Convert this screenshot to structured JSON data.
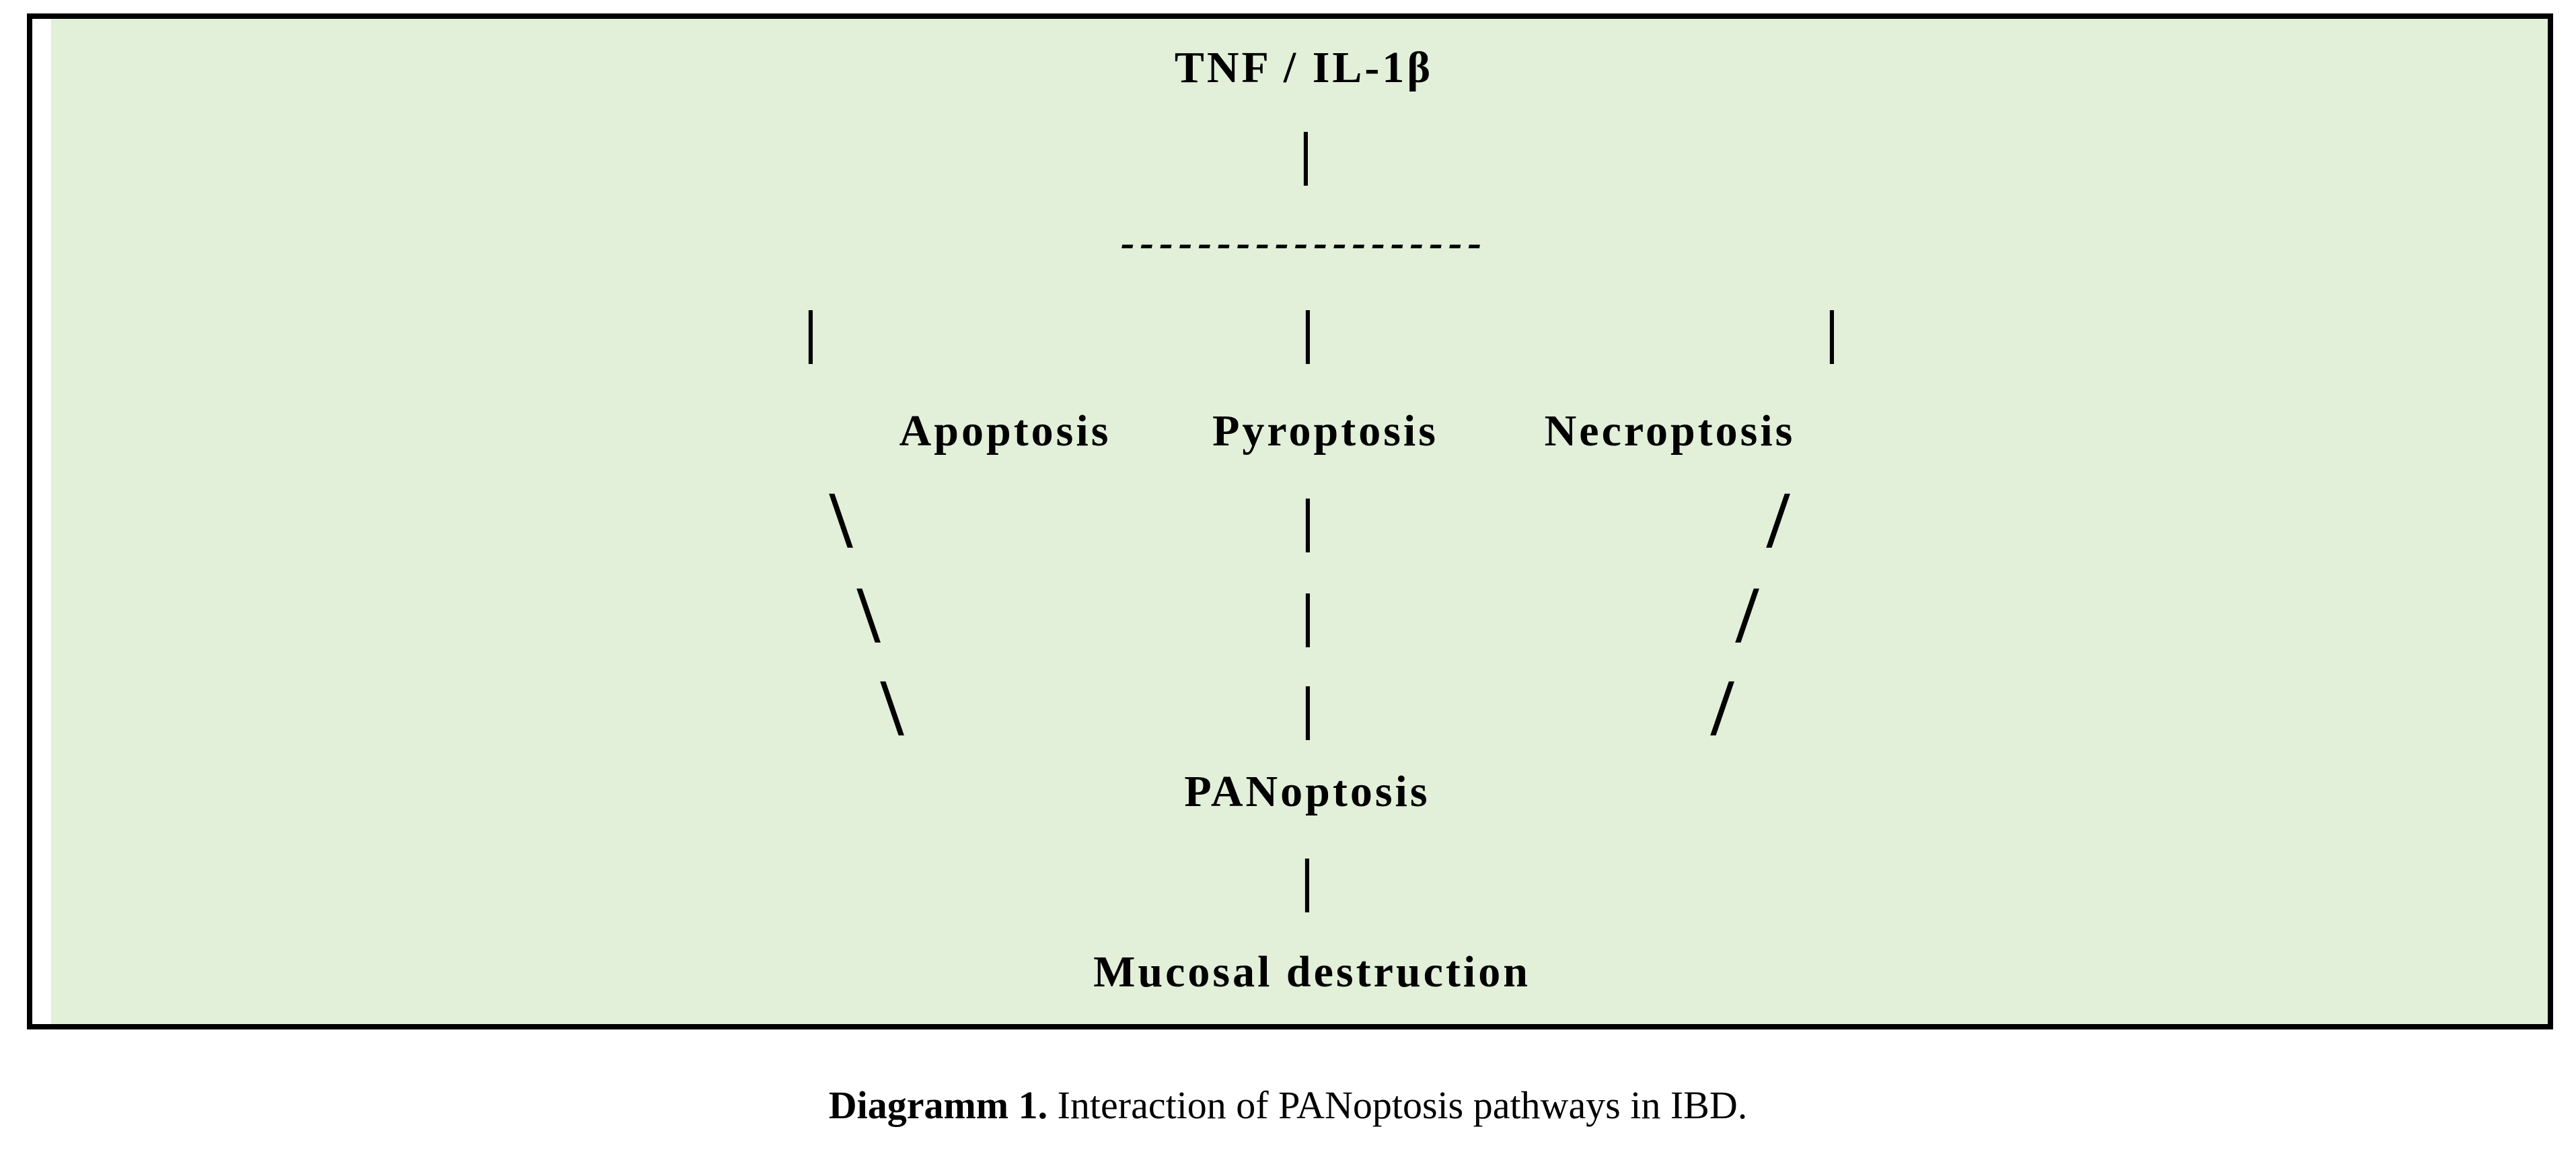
{
  "figure": {
    "panel_background_color": "#e2efd9",
    "panel_border_color": "#000000",
    "trigger_label": "TNF / IL-1β",
    "dashed_line": "-------------------",
    "pipe": "|",
    "backslash": "\\",
    "slash": "/",
    "pathways": [
      {
        "label": "Apoptosis"
      },
      {
        "label": "Pyroptosis"
      },
      {
        "label": "Necroptosis"
      }
    ],
    "convergence_label": "PANoptosis",
    "outcome_label": "Mucosal destruction"
  },
  "caption": {
    "label": "Diagramm 1.",
    "text": " Interaction of PANoptosis pathways in IBD."
  }
}
